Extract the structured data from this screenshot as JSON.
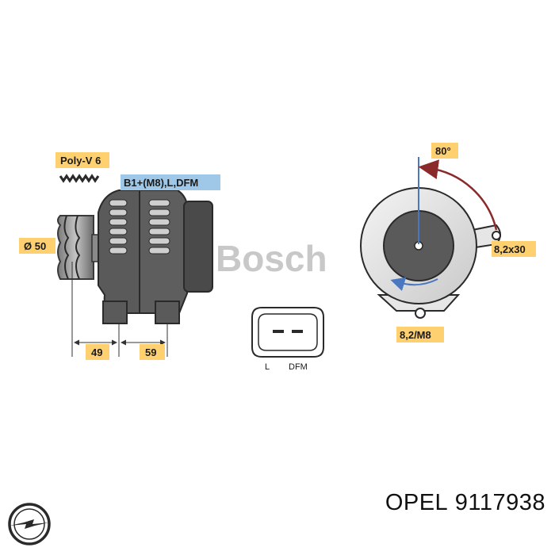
{
  "diagram": {
    "labels": {
      "belt": "Poly-V 6",
      "terminals": "B1+(M8),L,DFM",
      "pulley_diameter": "Ø 50",
      "dim_left": "49",
      "dim_right": "59",
      "angle": "80°",
      "mount_top": "8,2x30",
      "mount_bottom": "8,2/M8",
      "connector_pin_l": "L",
      "connector_pin_dfm": "DFM"
    },
    "watermark": "Bosch",
    "colors": {
      "tag_fill": "#ffd070",
      "terminal_tag_fill": "#9fc8e8",
      "housing": "#5a5a5a",
      "housing_light": "#b8b8b8",
      "arrow_red": "#8b2a2a",
      "arrow_blue": "#4a78c0"
    }
  },
  "footer": {
    "brand": "OPEL",
    "part_number": "9117938"
  }
}
